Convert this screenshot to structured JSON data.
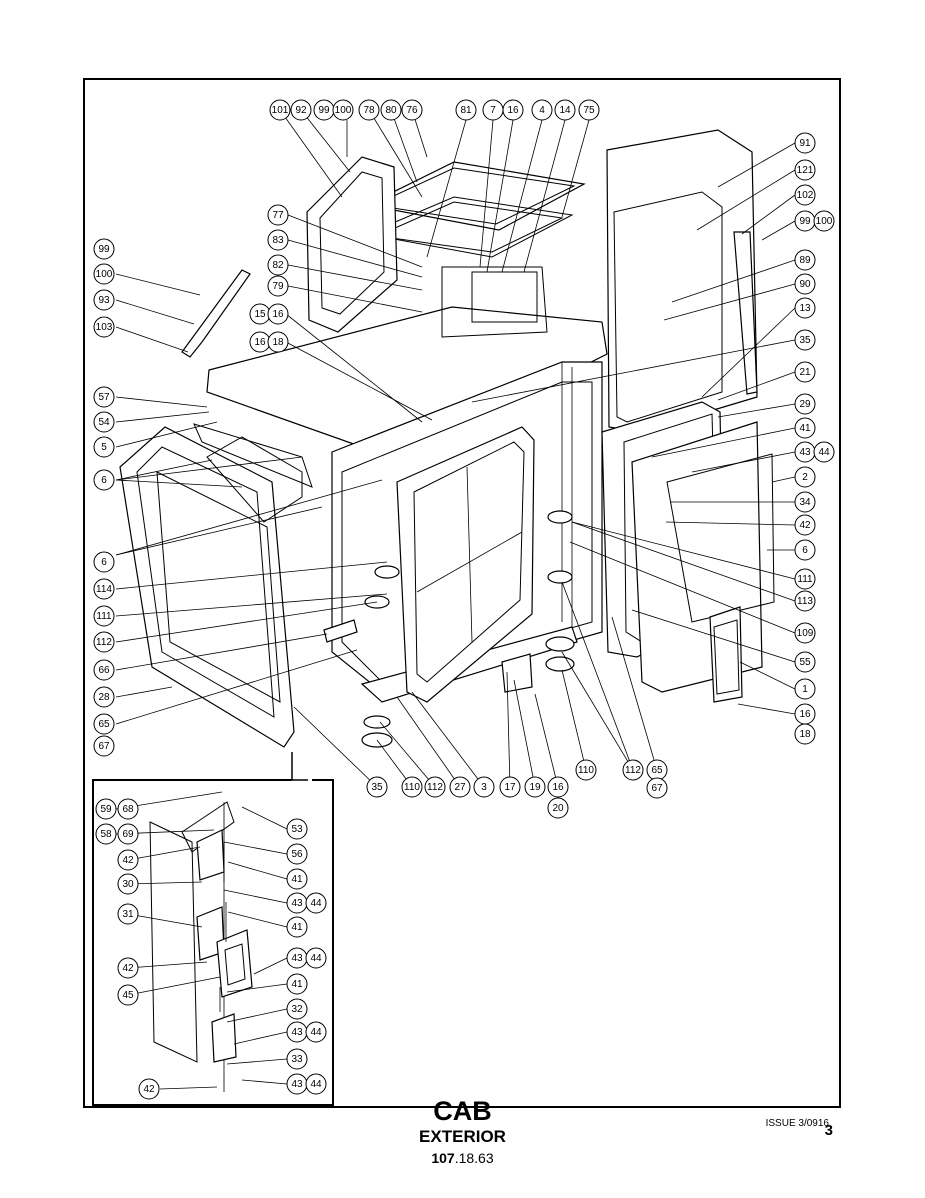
{
  "footer": {
    "title": "CAB",
    "subtitle": "EXTERIOR",
    "ref_bold": "107",
    "ref_rest": ".18.63",
    "issue": "ISSUE 3/09",
    "page": "3",
    "page_overlap": "16"
  },
  "callouts": [
    "101",
    "92",
    "99",
    "100",
    "78",
    "80",
    "76",
    "81",
    "7",
    "16",
    "4",
    "14",
    "75",
    "91",
    "121",
    "102",
    "99",
    "100",
    "77",
    "83",
    "82",
    "79",
    "89",
    "90",
    "13",
    "99",
    "100",
    "93",
    "103",
    "15",
    "16",
    "16",
    "18",
    "35",
    "57",
    "54",
    "5",
    "6",
    "21",
    "29",
    "41",
    "43",
    "44",
    "2",
    "34",
    "42",
    "6",
    "6",
    "114",
    "111",
    "112",
    "66",
    "28",
    "65",
    "67",
    "111",
    "113",
    "109",
    "55",
    "1",
    "16",
    "18",
    "35",
    "110",
    "112",
    "27",
    "3",
    "17",
    "19",
    "16",
    "20",
    "110",
    "112",
    "65",
    "67",
    "59",
    "68",
    "53",
    "58",
    "69",
    "42",
    "56",
    "30",
    "41",
    "43",
    "44",
    "31",
    "41",
    "42",
    "43",
    "44",
    "45",
    "41",
    "32",
    "43",
    "44",
    "33",
    "42",
    "43",
    "44"
  ]
}
